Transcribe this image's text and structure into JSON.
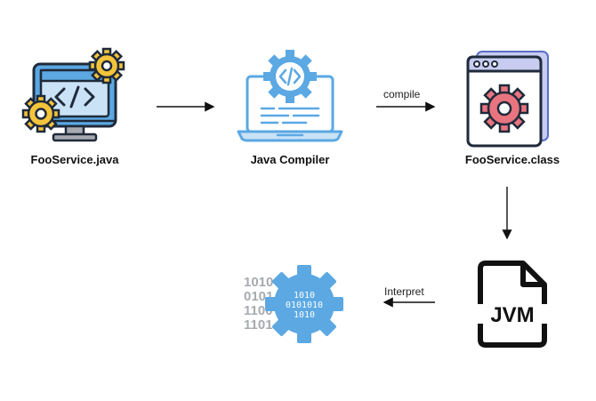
{
  "nodes": {
    "source": {
      "label": "FooService.java",
      "icon": "monitor-code-gears-icon"
    },
    "compiler": {
      "label": "Java Compiler",
      "icon": "laptop-code-gear-icon"
    },
    "classfile": {
      "label": "FooService.class",
      "icon": "window-gear-icon"
    },
    "jvm": {
      "label": "",
      "icon": "jvm-document-icon",
      "icon_text": "JVM"
    },
    "machine": {
      "label": "",
      "icon": "binary-gear-icon",
      "gear_text": [
        "1010",
        "0101010",
        "1010"
      ],
      "binary_text": [
        "1010",
        "0101",
        "1100",
        "1101"
      ]
    }
  },
  "edges": [
    {
      "from": "source",
      "to": "compiler",
      "label": ""
    },
    {
      "from": "compiler",
      "to": "classfile",
      "label": "compile"
    },
    {
      "from": "classfile",
      "to": "jvm",
      "label": ""
    },
    {
      "from": "jvm",
      "to": "machine",
      "label": "Interpret"
    }
  ],
  "colors": {
    "outline": "#1f2a3a",
    "blue": "#5ba8e3",
    "light_blue": "#c9e2f6",
    "yellow": "#f4c43b",
    "pink": "#e8747f",
    "lavender": "#c7ccf0",
    "gray": "#a7abb0"
  }
}
